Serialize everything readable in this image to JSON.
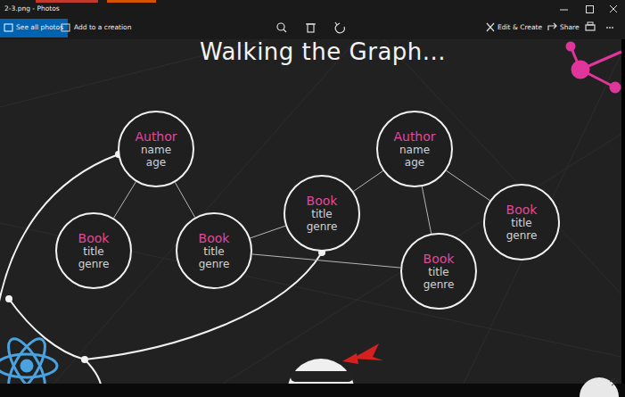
{
  "diagram": {
    "title": "Walking the Graph...",
    "nodes": [
      {
        "text": [
          "Author",
          "name",
          "age"
        ]
      },
      {
        "text": [
          "Book",
          "title",
          "genre"
        ]
      },
      {
        "text": [
          "Book",
          "title",
          "genre"
        ]
      },
      {
        "text": [
          "Book",
          "title",
          "genre"
        ]
      },
      {
        "text": [
          "Author",
          "name",
          "age"
        ]
      },
      {
        "text": [
          "Book",
          "title",
          "genre"
        ]
      },
      {
        "text": [
          "Book",
          "title",
          "genre"
        ]
      }
    ],
    "edges": [
      {
        "from": 0,
        "to": 1,
        "arrow": "none"
      },
      {
        "from": 0,
        "to": 2,
        "arrow": "none"
      },
      {
        "from": 2,
        "to": 3,
        "arrow": "none"
      },
      {
        "from": 2,
        "to": 6,
        "arrow": "none"
      },
      {
        "from": 3,
        "to": 4,
        "arrow": "none"
      },
      {
        "from": 4,
        "to": 5,
        "arrow": "none"
      },
      {
        "from": 4,
        "to": 6,
        "arrow": "none"
      }
    ],
    "labels": [
      "2-3.png - Photos",
      "See all photos",
      "Add to a creation",
      "Edit & Create",
      "Share"
    ]
  }
}
